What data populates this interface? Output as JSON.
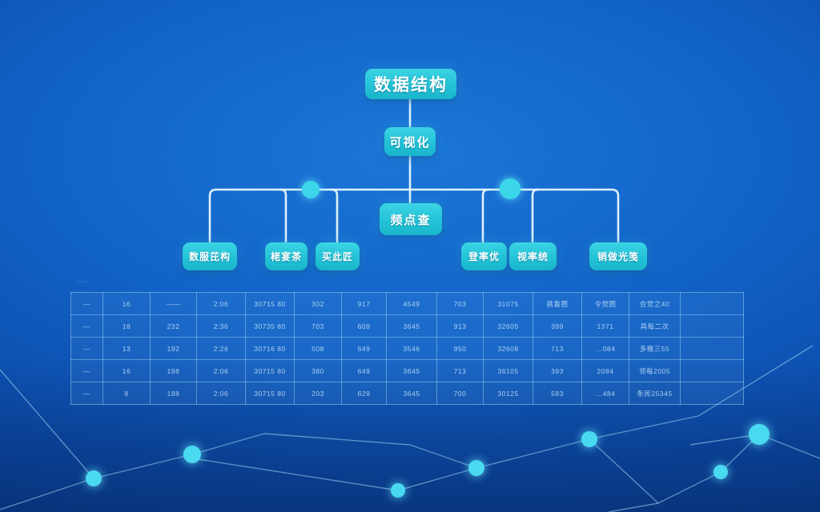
{
  "colors": {
    "background_center": "#1b76d8",
    "background_edge": "#083c92",
    "node_background": "#23c3d7",
    "node_text": "#ffffff",
    "connector_line": "#e9f8fd",
    "rail_dot": "#3bd6ea",
    "table_border": "#a8d8f8",
    "table_text": "#d0eafc",
    "decoration_line": "#9fd2f2",
    "decoration_dot": "#49d9f1"
  },
  "tree": {
    "root": "数据结构",
    "level2": "可视化",
    "center": "频点查",
    "children": [
      "数服芘构",
      "栳宴茶",
      "买此匠",
      "登率优",
      "视率统",
      "销做光笺"
    ]
  },
  "table": {
    "note": "⋯⋯",
    "rows": [
      [
        "—",
        "16",
        "——",
        "2:06",
        "30715 80",
        "302",
        "917",
        "4549",
        "703",
        "31075",
        "挑鲁图",
        "令觉图",
        "合觉之40",
        ""
      ],
      [
        "—",
        "18",
        "232",
        "2:36",
        "30735 80",
        "703",
        "609",
        "3645",
        "913",
        "32605",
        "399",
        "1371",
        "具每二次",
        ""
      ],
      [
        "—",
        "13",
        "192",
        "2:26",
        "30716 80",
        "508",
        "649",
        "3546",
        "950",
        "32608",
        "713",
        "…084",
        "多稚三55",
        ""
      ],
      [
        "—",
        "16",
        "198",
        "2:06",
        "30715 80",
        "380",
        "649",
        "3645",
        "713",
        "36105",
        "393",
        "2084",
        "邻每2005",
        ""
      ],
      [
        "—",
        "8",
        "188",
        "2:06",
        "30715 80",
        "203",
        "629",
        "3645",
        "700",
        "30125",
        "583",
        "…484",
        "条民25345",
        ""
      ]
    ]
  }
}
